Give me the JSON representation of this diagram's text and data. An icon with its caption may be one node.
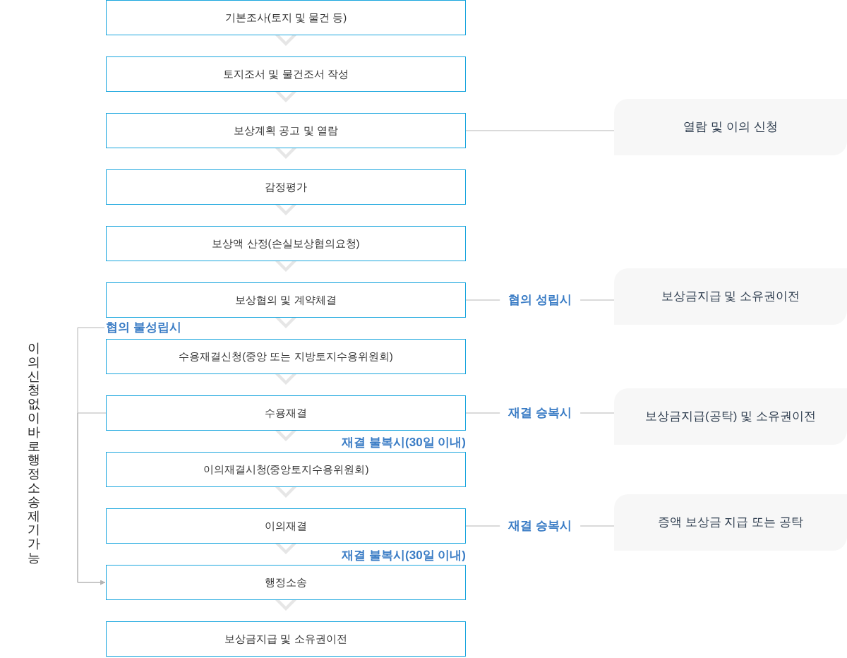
{
  "diagram": {
    "nodes": [
      {
        "text": [
          "기본조사(토지 및 물건 등)"
        ]
      },
      {
        "text": [
          "토지조서 및 물건조서 작성"
        ]
      },
      {
        "text": [
          "보상계획 공고 및 열람"
        ]
      },
      {
        "text": [
          "감정평가"
        ]
      },
      {
        "text": [
          "보상액 산정(손실보상협의요청)"
        ]
      },
      {
        "text": [
          "보상협의 및 계약체결"
        ]
      },
      {
        "text": [
          "수용재결신청(중앙 또는 지방토지수용위원회)"
        ]
      },
      {
        "text": [
          "수용재결"
        ]
      },
      {
        "text": [
          "이의재결시청(중앙토지수용위원회)"
        ]
      },
      {
        "text": [
          "이의재결"
        ]
      },
      {
        "text": [
          "행정소송"
        ]
      },
      {
        "text": [
          "보상금지급 및 소유권이전"
        ]
      },
      {
        "text": [
          "열람 및 이의 신청"
        ]
      },
      {
        "text": [
          "보상금지급 및 소유권이전"
        ]
      },
      {
        "text": [
          "보상금지급(공탁) 및 소유권이전"
        ]
      },
      {
        "text": [
          "증액 보상금 지급 또는 공탁"
        ]
      },
      {
        "text": [
          "협의 불성립시"
        ]
      }
    ],
    "edges": [
      {
        "from": 0,
        "to": 1,
        "arrow": "to"
      },
      {
        "from": 1,
        "to": 2,
        "arrow": "to"
      },
      {
        "from": 2,
        "to": 3,
        "arrow": "to"
      },
      {
        "from": 3,
        "to": 4,
        "arrow": "to"
      },
      {
        "from": 4,
        "to": 5,
        "arrow": "to"
      },
      {
        "from": 5,
        "to": 6,
        "arrow": "to"
      },
      {
        "from": 6,
        "to": 7,
        "arrow": "to"
      },
      {
        "from": 7,
        "to": 8,
        "arrow": "to",
        "label": "재결 불복시(30일 이내)"
      },
      {
        "from": 8,
        "to": 9,
        "arrow": "to"
      },
      {
        "from": 9,
        "to": 10,
        "arrow": "to",
        "label": "재결 불복시(30일 이내)"
      },
      {
        "from": 10,
        "to": 11,
        "arrow": "to"
      },
      {
        "from": 2,
        "to": 12,
        "arrow": "none",
        "color": "#b5b5b5"
      },
      {
        "from": 5,
        "to": 13,
        "arrow": "none",
        "label": "협의 성립시",
        "color": "#b5b5b5"
      },
      {
        "from": 7,
        "to": 14,
        "arrow": "none",
        "label": "재결 승복시",
        "color": "#b5b5b5"
      },
      {
        "from": 9,
        "to": 15,
        "arrow": "none",
        "label": "재결 승복시",
        "color": "#b5b5b5"
      },
      {
        "from": 16,
        "to": 10,
        "arrow": "to",
        "color": "#b5b5b5"
      },
      {
        "from": 7,
        "to": 10,
        "arrow": "to",
        "color": "#b5b5b5"
      }
    ],
    "labels": [
      "이의신청없이바로행정소송제기가능"
    ]
  }
}
